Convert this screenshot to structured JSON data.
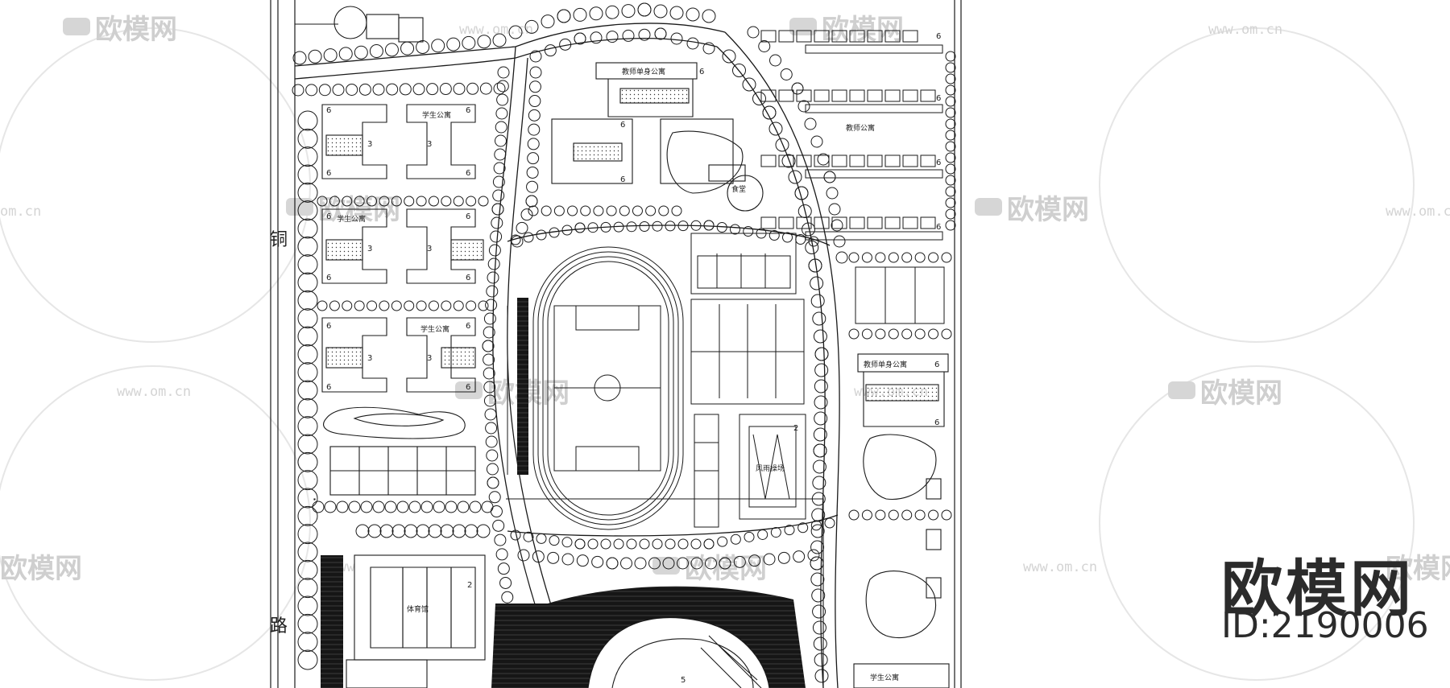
{
  "brand": {
    "name": "欧模网",
    "id_text": "ID:2190006"
  },
  "watermark": {
    "logo_text": "欧模网",
    "url_text": "www.om.cn",
    "url_short": "om.cn"
  },
  "road": {
    "char_top": "铜",
    "char_bottom": "路"
  },
  "labels": {
    "teacher_single_apartment": "教师单身公寓",
    "teacher_apartment": "教师公寓",
    "student_apartment": "学生公寓",
    "canteen": "食堂",
    "indoor_stadium": "风雨操场",
    "gymnasium": "体育馆"
  },
  "floors": {
    "six": "6",
    "three": "3",
    "two": "2",
    "five": "5"
  },
  "colors": {
    "line": "#1a1a1a",
    "watermark": "#cfcfcf",
    "hatch": "#111111"
  }
}
